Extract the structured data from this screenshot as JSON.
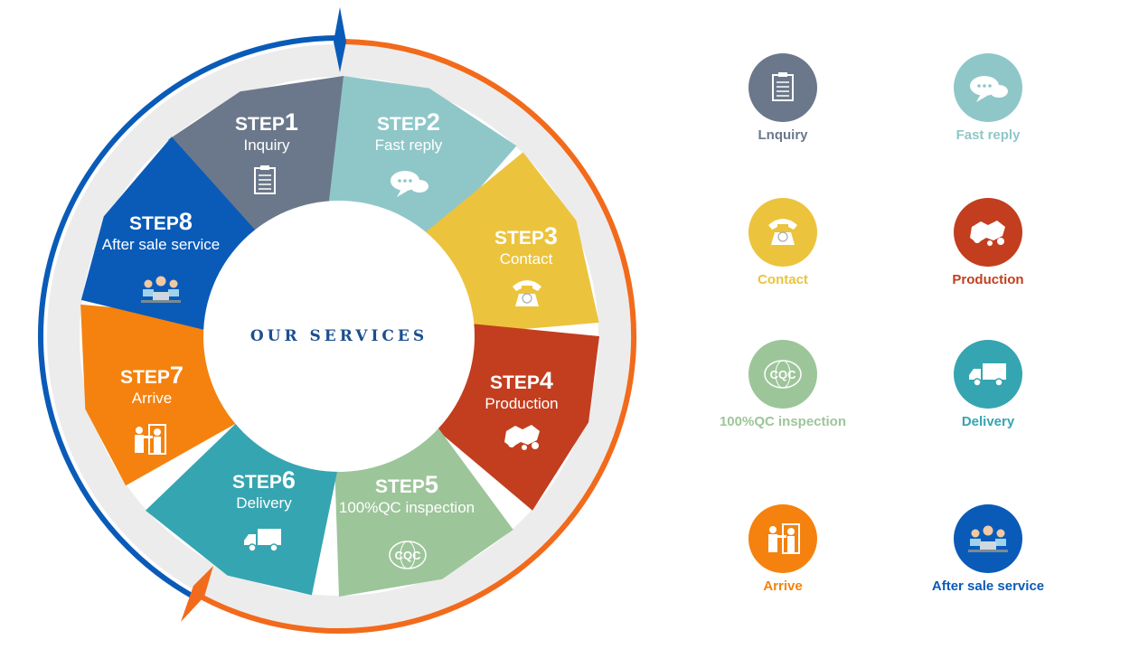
{
  "center_title": "OUR SERVICES",
  "step_word": "STEP",
  "steps": [
    {
      "num": "1",
      "name": "Inquiry",
      "icon": "clipboard-icon",
      "color": "#6b788b"
    },
    {
      "num": "2",
      "name": "Fast reply",
      "icon": "chat-bubble-icon",
      "color": "#8fc7c9"
    },
    {
      "num": "3",
      "name": "Contact",
      "icon": "telephone-icon",
      "color": "#ecc33c"
    },
    {
      "num": "4",
      "name": "Production",
      "icon": "production-network-icon",
      "color": "#c23e1f"
    },
    {
      "num": "5",
      "name": "100%QC inspection",
      "icon": "cqc-globe-icon",
      "color": "#9dc59a"
    },
    {
      "num": "6",
      "name": "Delivery",
      "icon": "truck-icon",
      "color": "#35a5b1"
    },
    {
      "num": "7",
      "name": "Arrive",
      "icon": "people-door-icon",
      "color": "#f5820e"
    },
    {
      "num": "8",
      "name": "After sale service",
      "icon": "support-team-icon",
      "color": "#0a5bb8"
    }
  ],
  "legend": [
    {
      "label": "Lnquiry",
      "color": "#6b788b"
    },
    {
      "label": "Fast reply",
      "color": "#8fc7c9"
    },
    {
      "label": "Contact",
      "color": "#ecc33c"
    },
    {
      "label": "Production",
      "color": "#c23e1f"
    },
    {
      "label": "100%QC inspection",
      "color": "#9dc59a"
    },
    {
      "label": "Delivery",
      "color": "#35a5b1"
    },
    {
      "label": "Arrive",
      "color": "#f5820e"
    },
    {
      "label": "After sale service",
      "color": "#0a5bb8"
    }
  ],
  "ring_colors": {
    "left": "#0a5bb8",
    "right": "#f26a1b",
    "band": "#ececec"
  }
}
